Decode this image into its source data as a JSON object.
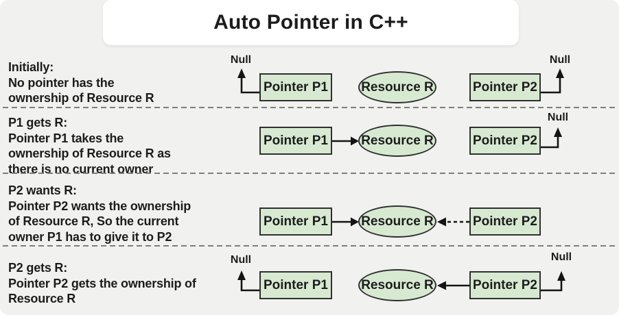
{
  "title": "Auto Pointer in C++",
  "colors": {
    "background": "#f1f2ef",
    "title_card": "#ffffff",
    "node_fill": "#d8e9d2",
    "node_border": "#2f2f2f",
    "text": "#1c1c1c",
    "arrow": "#141414",
    "separator": "#7d7d7d"
  },
  "rows": [
    {
      "id": "initially",
      "caption": [
        "Initially:",
        "No pointer has the",
        "ownership of Resource R"
      ],
      "p1": "Pointer P1",
      "resource": "Resource R",
      "p2": "Pointer P2",
      "p1_null": "Null",
      "p2_null": "Null"
    },
    {
      "id": "p1-gets-r",
      "caption": [
        "P1 gets R:",
        "Pointer P1 takes the",
        "ownership of Resource R as",
        "there is no current owner"
      ],
      "p1": "Pointer P1",
      "resource": "Resource R",
      "p2": "Pointer P2",
      "p2_null": "Null"
    },
    {
      "id": "p2-wants-r",
      "caption": [
        "P2 wants R:",
        "Pointer P2 wants the ownership",
        "of Resource R, So the current",
        "owner P1 has to give it to P2"
      ],
      "p1": "Pointer P1",
      "resource": "Resource R",
      "p2": "Pointer P2"
    },
    {
      "id": "p2-gets-r",
      "caption": [
        "P2 gets R:",
        "Pointer P2 gets the ownership of",
        "Resource R"
      ],
      "p1": "Pointer P1",
      "resource": "Resource R",
      "p2": "Pointer P2",
      "p1_null": "Null",
      "p2_null": "Null"
    }
  ]
}
